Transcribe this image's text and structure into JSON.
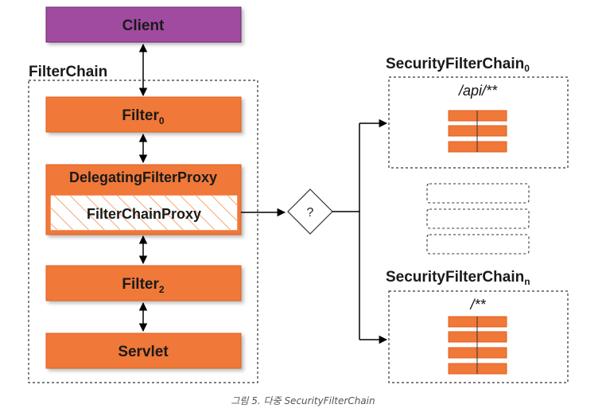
{
  "client": {
    "label": "Client"
  },
  "filter_chain": {
    "title": "FilterChain"
  },
  "filters": {
    "filter0": {
      "label": "Filter",
      "sub": "0"
    },
    "delegating": {
      "label": "DelegatingFilterProxy"
    },
    "chain_proxy": {
      "label": "FilterChainProxy"
    },
    "filter2": {
      "label": "Filter",
      "sub": "2"
    },
    "servlet": {
      "label": "Servlet"
    }
  },
  "decision": {
    "label": "?"
  },
  "security_chains": {
    "first": {
      "title": "SecurityFilterChain",
      "sub": "0",
      "pattern": "/api/**"
    },
    "last": {
      "title": "SecurityFilterChain",
      "sub": "n",
      "pattern": "/**"
    }
  },
  "caption": {
    "text": "그림 5. 다중 SecurityFilterChain"
  },
  "colors": {
    "client_fill": "#a04ca0",
    "filter_fill": "#f07838",
    "filter_stroke": "#e06020",
    "line": "#000000"
  }
}
